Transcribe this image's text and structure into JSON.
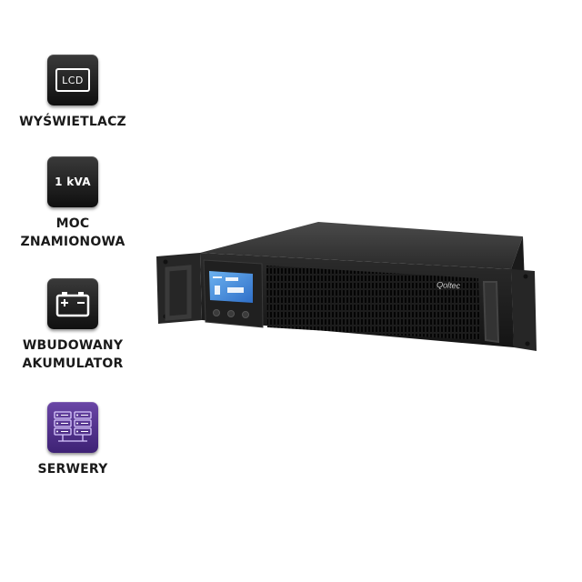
{
  "features": [
    {
      "badge_text": "LCD",
      "label": "WYŚWIETLACZ"
    },
    {
      "badge_text": "1 kVA",
      "label_line1": "MOC",
      "label_line2": "ZNAMIONOWA"
    },
    {
      "icon": "battery-icon",
      "label_line1": "WBUDOWANY",
      "label_line2": "AKUMULATOR"
    },
    {
      "icon": "server-rack-icon",
      "label": "SERWERY"
    }
  ],
  "product": {
    "brand": "Qoltec",
    "device": "rack-ups"
  },
  "colors": {
    "badge_dark": "#1a1a1a",
    "badge_purple": "#5a3a92",
    "lcd_blue": "#2f7fd8"
  }
}
